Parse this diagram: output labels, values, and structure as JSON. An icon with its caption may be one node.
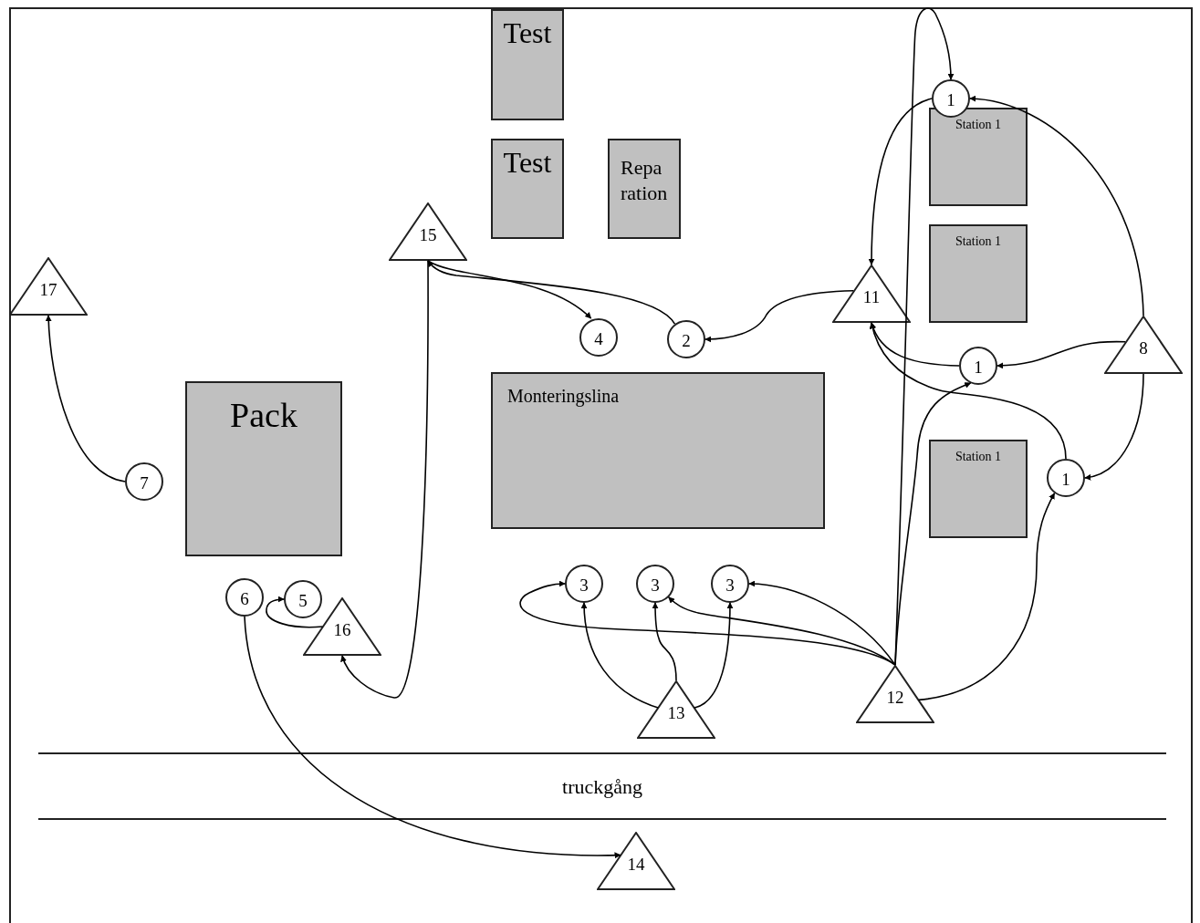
{
  "diagram": {
    "nodes": [
      {
        "text": [
          "Test"
        ]
      },
      {
        "text": [
          "Test"
        ]
      },
      {
        "text": [
          "Reparation"
        ]
      },
      {
        "text": [
          "Station 1"
        ]
      },
      {
        "text": [
          "Station 1"
        ]
      },
      {
        "text": [
          "Station 1"
        ]
      },
      {
        "text": [
          "Monteringslina"
        ]
      },
      {
        "text": [
          "Pack"
        ]
      },
      {
        "text": [
          "truckgång"
        ]
      },
      {
        "text": [
          "1"
        ]
      },
      {
        "text": [
          "1"
        ]
      },
      {
        "text": [
          "1"
        ]
      },
      {
        "text": [
          "2"
        ]
      },
      {
        "text": [
          "4"
        ]
      },
      {
        "text": [
          "3"
        ]
      },
      {
        "text": [
          "3"
        ]
      },
      {
        "text": [
          "3"
        ]
      },
      {
        "text": [
          "5"
        ]
      },
      {
        "text": [
          "6"
        ]
      },
      {
        "text": [
          "7"
        ]
      },
      {
        "text": [
          "15"
        ]
      },
      {
        "text": [
          "17"
        ]
      },
      {
        "text": [
          "11"
        ]
      },
      {
        "text": [
          "8"
        ]
      },
      {
        "text": [
          "12"
        ]
      },
      {
        "text": [
          "13"
        ]
      },
      {
        "text": [
          "16"
        ]
      },
      {
        "text": [
          "14"
        ]
      }
    ],
    "edges": [
      {
        "from": 24,
        "to": 9,
        "arrow": "to"
      },
      {
        "from": 9,
        "to": 22,
        "arrow": "to"
      },
      {
        "from": 23,
        "to": 9,
        "arrow": "to"
      },
      {
        "from": 23,
        "to": 10,
        "arrow": "to"
      },
      {
        "from": 10,
        "to": 22,
        "arrow": "to"
      },
      {
        "from": 11,
        "to": 22,
        "arrow": "to"
      },
      {
        "from": 23,
        "to": 11,
        "arrow": "to"
      },
      {
        "from": 24,
        "to": 10,
        "arrow": "to"
      },
      {
        "from": 24,
        "to": 11,
        "arrow": "to"
      },
      {
        "from": 24,
        "to": 16,
        "arrow": "to"
      },
      {
        "from": 24,
        "to": 15,
        "arrow": "to"
      },
      {
        "from": 24,
        "to": 14,
        "arrow": "to"
      },
      {
        "from": 25,
        "to": 14,
        "arrow": "to"
      },
      {
        "from": 25,
        "to": 15,
        "arrow": "to"
      },
      {
        "from": 25,
        "to": 16,
        "arrow": "to"
      },
      {
        "from": 22,
        "to": 12,
        "arrow": "to"
      },
      {
        "from": 12,
        "to": 20,
        "arrow": "to"
      },
      {
        "from": 20,
        "to": 13,
        "arrow": "to"
      },
      {
        "from": 20,
        "to": 26,
        "arrow": "to"
      },
      {
        "from": 26,
        "to": 17,
        "arrow": "to"
      },
      {
        "from": 18,
        "to": 27,
        "arrow": "to"
      },
      {
        "from": 19,
        "to": 21,
        "arrow": "to"
      }
    ]
  }
}
